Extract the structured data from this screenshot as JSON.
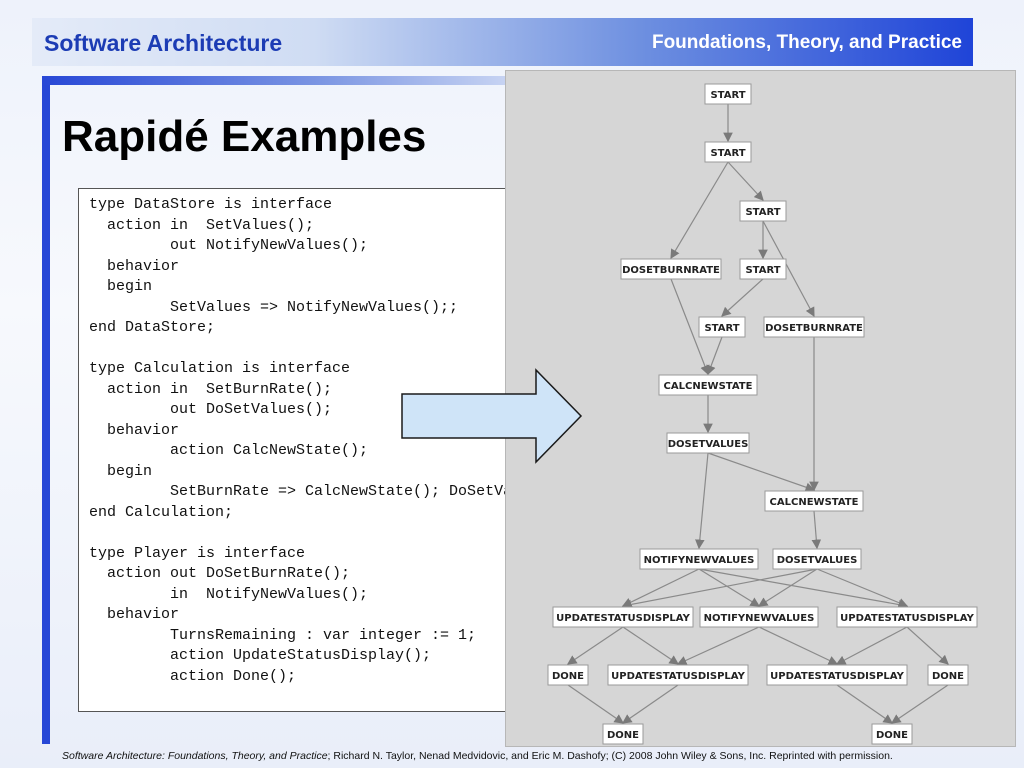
{
  "header": {
    "title": "Software Architecture",
    "subtitle": "Foundations, Theory, and Practice"
  },
  "slide_title": "Rapidé Examples",
  "code_lines": [
    "type DataStore is interface",
    "  action in  SetValues();",
    "         out NotifyNewValues();",
    "  behavior",
    "  begin",
    "         SetValues => NotifyNewValues();;",
    "end DataStore;",
    "",
    "type Calculation is interface",
    "  action in  SetBurnRate();",
    "         out DoSetValues();",
    "  behavior",
    "         action CalcNewState();",
    "  begin",
    "         SetBurnRate => CalcNewState(); DoSetValues();;",
    "end Calculation;",
    "",
    "type Player is interface",
    "  action out DoSetBurnRate();",
    "         in  NotifyNewValues();",
    "  behavior",
    "         TurnsRemaining : var integer := 1;",
    "         action UpdateStatusDisplay();",
    "         action Done();"
  ],
  "diagram": {
    "nodes": [
      {
        "id": "n1",
        "label": "START"
      },
      {
        "id": "n2",
        "label": "START"
      },
      {
        "id": "n3",
        "label": "START"
      },
      {
        "id": "n4",
        "label": "DOSETBURNRATE"
      },
      {
        "id": "n5",
        "label": "START"
      },
      {
        "id": "n6",
        "label": "START"
      },
      {
        "id": "n7",
        "label": "DOSETBURNRATE"
      },
      {
        "id": "n8",
        "label": "CALCNEWSTATE"
      },
      {
        "id": "n9",
        "label": "DOSETVALUES"
      },
      {
        "id": "n10",
        "label": "CALCNEWSTATE"
      },
      {
        "id": "n11",
        "label": "NOTIFYNEWVALUES"
      },
      {
        "id": "n12",
        "label": "DOSETVALUES"
      },
      {
        "id": "n13",
        "label": "UPDATESTATUSDISPLAY"
      },
      {
        "id": "n14",
        "label": "NOTIFYNEWVALUES"
      },
      {
        "id": "n15",
        "label": "UPDATESTATUSDISPLAY"
      },
      {
        "id": "n16",
        "label": "DONE"
      },
      {
        "id": "n17",
        "label": "UPDATESTATUSDISPLAY"
      },
      {
        "id": "n18",
        "label": "UPDATESTATUSDISPLAY"
      },
      {
        "id": "n19",
        "label": "DONE"
      },
      {
        "id": "n20",
        "label": "DONE"
      },
      {
        "id": "n21",
        "label": "DONE"
      }
    ],
    "edges": [
      [
        "n1",
        "n2"
      ],
      [
        "n2",
        "n3"
      ],
      [
        "n2",
        "n4"
      ],
      [
        "n3",
        "n5"
      ],
      [
        "n3",
        "n7"
      ],
      [
        "n5",
        "n6"
      ],
      [
        "n4",
        "n8"
      ],
      [
        "n6",
        "n8"
      ],
      [
        "n8",
        "n9"
      ],
      [
        "n9",
        "n10"
      ],
      [
        "n7",
        "n10"
      ],
      [
        "n9",
        "n11"
      ],
      [
        "n10",
        "n12"
      ],
      [
        "n11",
        "n13"
      ],
      [
        "n11",
        "n14"
      ],
      [
        "n11",
        "n15"
      ],
      [
        "n12",
        "n13"
      ],
      [
        "n12",
        "n14"
      ],
      [
        "n12",
        "n15"
      ],
      [
        "n13",
        "n16"
      ],
      [
        "n13",
        "n17"
      ],
      [
        "n14",
        "n17"
      ],
      [
        "n14",
        "n18"
      ],
      [
        "n15",
        "n18"
      ],
      [
        "n15",
        "n19"
      ],
      [
        "n16",
        "n20"
      ],
      [
        "n17",
        "n20"
      ],
      [
        "n18",
        "n21"
      ],
      [
        "n19",
        "n21"
      ]
    ]
  },
  "footer": {
    "book_title": "Software Architecture: Foundations, Theory, and Practice",
    "credit": "; Richard N. Taylor, Nenad Medvidovic, and Eric M. Dashofy; (C) 2008 John Wiley & Sons, Inc. Reprinted with permission."
  }
}
